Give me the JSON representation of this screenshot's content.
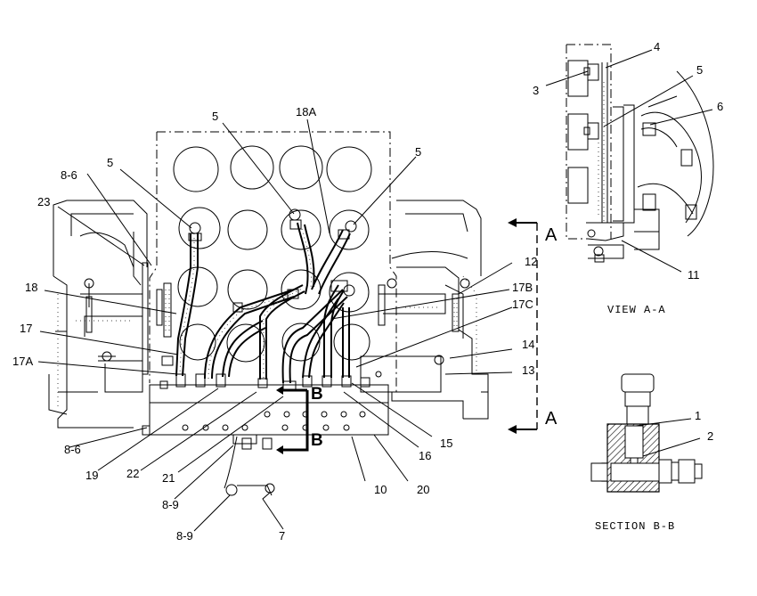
{
  "diagram": {
    "main_view_callouts": [
      {
        "id": "c-5a",
        "text": "5"
      },
      {
        "id": "c-18a",
        "text": "18A"
      },
      {
        "id": "c-5b",
        "text": "5"
      },
      {
        "id": "c-5c",
        "text": "5"
      },
      {
        "id": "c-8-6-top",
        "text": "8-6"
      },
      {
        "id": "c-23",
        "text": "23"
      },
      {
        "id": "c-18",
        "text": "18"
      },
      {
        "id": "c-17",
        "text": "17"
      },
      {
        "id": "c-17a",
        "text": "17A"
      },
      {
        "id": "c-8-6-bottom",
        "text": "8-6"
      },
      {
        "id": "c-19",
        "text": "19"
      },
      {
        "id": "c-22",
        "text": "22"
      },
      {
        "id": "c-21",
        "text": "21"
      },
      {
        "id": "c-8-9-upper",
        "text": "8-9"
      },
      {
        "id": "c-8-9-lower",
        "text": "8-9"
      },
      {
        "id": "c-7",
        "text": "7"
      },
      {
        "id": "c-10",
        "text": "10"
      },
      {
        "id": "c-20",
        "text": "20"
      },
      {
        "id": "c-16",
        "text": "16"
      },
      {
        "id": "c-15",
        "text": "15"
      },
      {
        "id": "c-13",
        "text": "13"
      },
      {
        "id": "c-14",
        "text": "14"
      },
      {
        "id": "c-17c",
        "text": "17C"
      },
      {
        "id": "c-17b",
        "text": "17B"
      },
      {
        "id": "c-12",
        "text": "12"
      }
    ],
    "view_a_callouts": [
      {
        "id": "a-3",
        "text": "3"
      },
      {
        "id": "a-4",
        "text": "4"
      },
      {
        "id": "a-5",
        "text": "5"
      },
      {
        "id": "a-6",
        "text": "6"
      },
      {
        "id": "a-11",
        "text": "11"
      }
    ],
    "section_b_callouts": [
      {
        "id": "b-1",
        "text": "1"
      },
      {
        "id": "b-2",
        "text": "2"
      }
    ],
    "view_a_caption": "VIEW A-A",
    "section_b_caption": "SECTION B-B",
    "section_markers": {
      "a_top": "A",
      "a_bottom": "A",
      "b_top": "B",
      "b_bottom": "B"
    }
  }
}
